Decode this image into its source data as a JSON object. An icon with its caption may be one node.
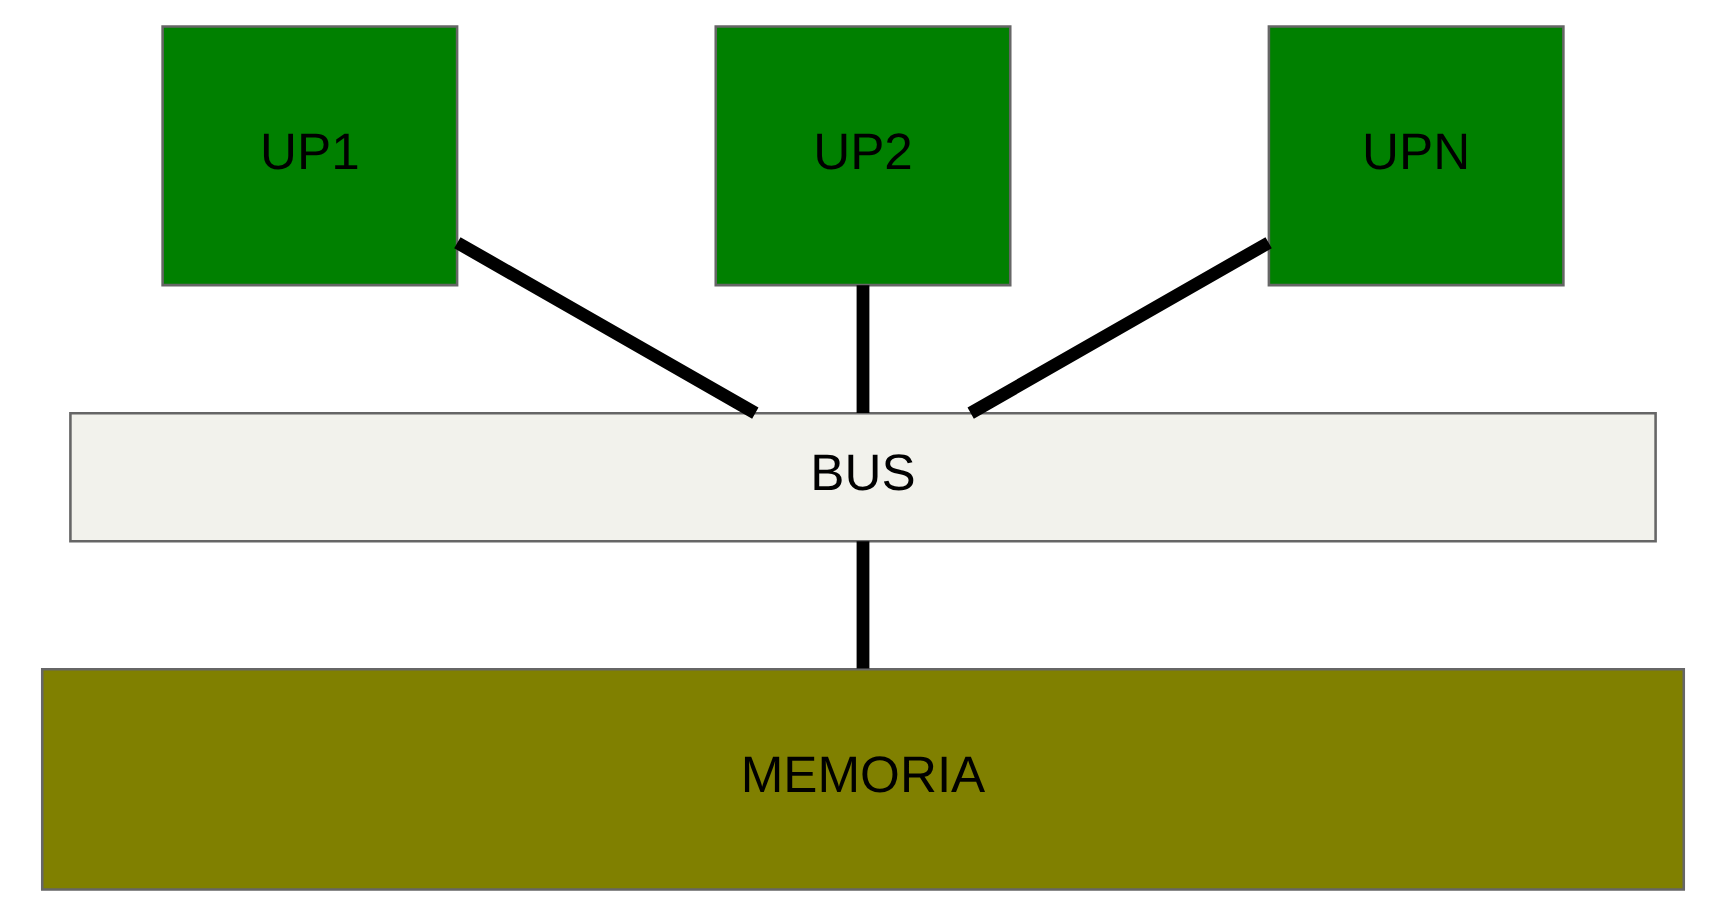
{
  "diagram": {
    "nodes": [
      {
        "text": [
          "UP1"
        ]
      },
      {
        "text": [
          "UP2"
        ]
      },
      {
        "text": [
          "UPN"
        ]
      },
      {
        "text": [
          "BUS"
        ]
      },
      {
        "text": [
          "MEMORIA"
        ]
      }
    ],
    "edges": [
      {
        "from": 0,
        "to": 3,
        "arrow": "none"
      },
      {
        "from": 1,
        "to": 3,
        "arrow": "none"
      },
      {
        "from": 2,
        "to": 3,
        "arrow": "none"
      },
      {
        "from": 3,
        "to": 4,
        "arrow": "none"
      }
    ]
  }
}
